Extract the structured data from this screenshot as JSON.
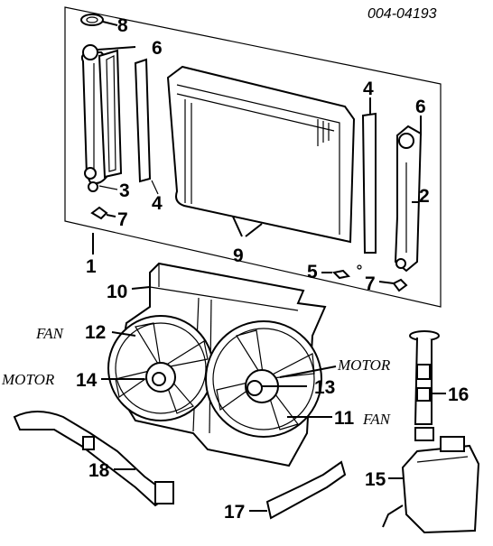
{
  "diagram_code": "004-04193",
  "callouts": {
    "c1": "1",
    "c2": "2",
    "c3": "3",
    "c4a": "4",
    "c4b": "4",
    "c5": "5",
    "c6a": "6",
    "c6b": "6",
    "c7a": "7",
    "c7b": "7",
    "c8": "8",
    "c9": "9",
    "c10": "10",
    "c11": "11",
    "c12": "12",
    "c13": "13",
    "c14": "14",
    "c15": "15",
    "c16": "16",
    "c17": "17",
    "c18": "18"
  },
  "words": {
    "fan_12": "FAN",
    "motor_14": "MOTOR",
    "motor_13": "MOTOR",
    "fan_11": "FAN"
  }
}
